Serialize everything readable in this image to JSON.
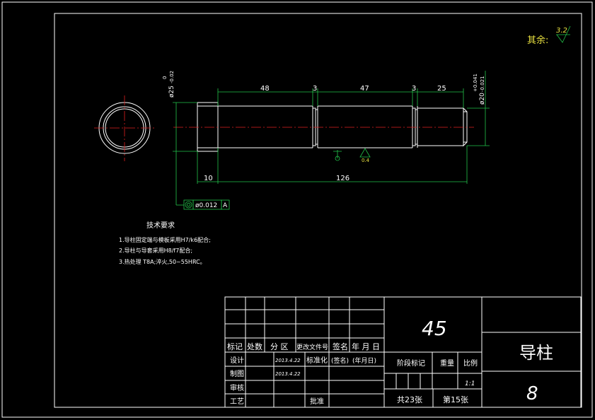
{
  "roughness": {
    "label": "其余:",
    "value": "3.2"
  },
  "dimensions": {
    "len_48": "48",
    "len_3a": "3",
    "len_47": "47",
    "len_3b": "3",
    "len_25": "25",
    "len_10": "10",
    "len_126": "126",
    "dia_left": "ø25",
    "dia_left_upper": "0",
    "dia_left_lower": "-0.02",
    "dia_right": "ø20",
    "dia_right_upper": "+0.041",
    "dia_right_lower": "-0.021",
    "small_roughness": "0.4"
  },
  "tolerance_frame": {
    "value": "ø0.012",
    "datum": "A"
  },
  "tech_requirements": {
    "title": "技术要求",
    "items": [
      "1.导柱固定端与模板采用H7/k6配合;",
      "2.导柱与导套采用H8/f7配合;",
      "3.热处理 T8A;淬火,50~55HRC。"
    ]
  },
  "title_block": {
    "material": "45",
    "part_name": "导柱",
    "drawing_no": "8",
    "headers": [
      "标记",
      "处数",
      "分 区",
      "更改文件号",
      "签名",
      "年 月 日"
    ],
    "design_label": "设计",
    "design_date": "2013.4.22",
    "standard_label": "标准化",
    "sign_label": "(签名)",
    "date_label": "(年月日)",
    "drawing_label": "制图",
    "drawing_date": "2013.4.22",
    "review_label": "审核",
    "process_label": "工艺",
    "approve_label": "批准",
    "stage_label": "阶段标记",
    "weight_label": "重量",
    "scale_label": "比例",
    "scale_value": "1:1",
    "total_sheets": "共23张",
    "sheet_no": "第15张"
  }
}
